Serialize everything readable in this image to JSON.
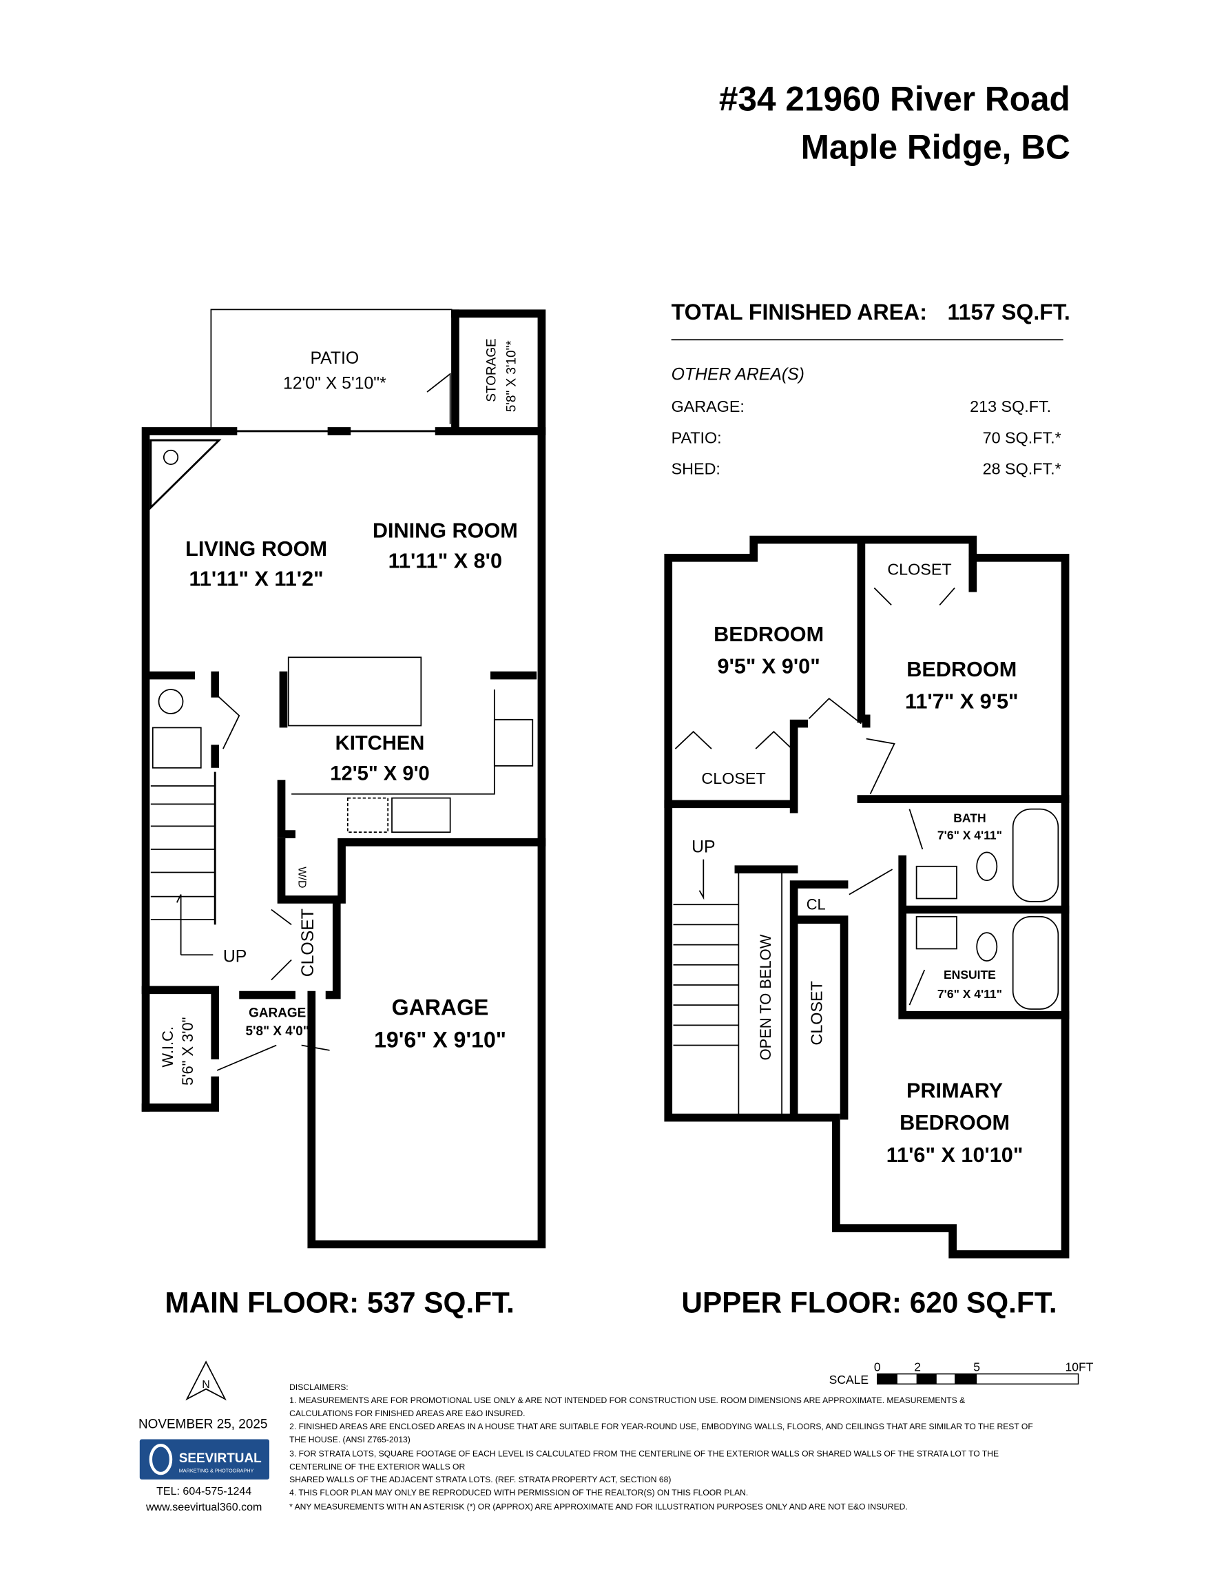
{
  "header": {
    "address_line1": "#34 21960 River Road",
    "address_line2": "Maple Ridge, BC"
  },
  "summary": {
    "total_label": "TOTAL FINISHED AREA:",
    "total_value": "1157 SQ.FT.",
    "other_heading": "OTHER AREA(S)",
    "other_areas": [
      {
        "label": "GARAGE:",
        "value": "213 SQ.FT."
      },
      {
        "label": "PATIO:",
        "value": "70 SQ.FT.*"
      },
      {
        "label": "SHED:",
        "value": "28 SQ.FT.*"
      }
    ]
  },
  "main_floor": {
    "caption": "MAIN FLOOR: 537 SQ.FT.",
    "rooms": {
      "patio": {
        "name": "PATIO",
        "dims": "12'0\" X 5'10\"*"
      },
      "storage": {
        "name": "STORAGE",
        "dims": "5'8\" X 3'10\"*"
      },
      "living": {
        "name": "LIVING ROOM",
        "dims": "11'11\" X 11'2\""
      },
      "dining": {
        "name": "DINING ROOM",
        "dims": "11'11\" X 8'0"
      },
      "kitchen": {
        "name": "KITCHEN",
        "dims": "12'5\" X 9'0"
      },
      "wd": "W/D",
      "closet": "CLOSET",
      "up": "UP",
      "wic": {
        "name": "W.I.C.",
        "dims": "5'6\" X 3'0\""
      },
      "garage_entry": {
        "name": "GARAGE",
        "dims": "5'8\" X 4'0\""
      },
      "garage": {
        "name": "GARAGE",
        "dims": "19'6\" X 9'10\""
      }
    }
  },
  "upper_floor": {
    "caption": "UPPER FLOOR: 620 SQ.FT.",
    "rooms": {
      "bedroom1": {
        "name": "BEDROOM",
        "dims": "9'5\" X 9'0\""
      },
      "bedroom2": {
        "name": "BEDROOM",
        "dims": "11'7\" X 9'5\""
      },
      "closet_top": "CLOSET",
      "closet_b1": "CLOSET",
      "bath": {
        "name": "BATH",
        "dims": "7'6\" X 4'11\""
      },
      "ensuite": {
        "name": "ENSUITE",
        "dims": "7'6\" X 4'11\""
      },
      "up": "UP",
      "cl": "CL",
      "open_below": "OPEN TO BELOW",
      "closet_primary": "CLOSET",
      "primary": {
        "name1": "PRIMARY",
        "name2": "BEDROOM",
        "dims": "11'6\" X 10'10\""
      }
    }
  },
  "footer": {
    "north": "N",
    "date": "NOVEMBER 25, 2025",
    "logo_name": "SEEVIRTUAL",
    "logo_tagline": "MARKETING & PHOTOGRAPHY",
    "logo_color": "#1f4e8c",
    "tel": "TEL: 604-575-1244",
    "website": "www.seevirtual360.com",
    "scale_label": "SCALE",
    "scale_ticks": [
      "0",
      "2",
      "5",
      "10FT"
    ],
    "disclaimers": [
      "DISCLAIMERS:",
      "1. MEASUREMENTS ARE FOR PROMOTIONAL USE ONLY & ARE NOT INTENDED FOR CONSTRUCTION USE. ROOM DIMENSIONS ARE APPROXIMATE. MEASUREMENTS &",
      "CALCULATIONS FOR FINISHED AREAS ARE E&O INSURED.",
      "2. FINISHED AREAS ARE ENCLOSED AREAS IN A HOUSE THAT ARE SUITABLE FOR YEAR-ROUND USE, EMBODYING WALLS, FLOORS, AND CEILINGS THAT ARE SIMILAR TO THE REST OF",
      "THE HOUSE. (ANSI Z765-2013)",
      "3. FOR STRATA LOTS, SQUARE FOOTAGE OF EACH LEVEL IS CALCULATED FROM THE CENTERLINE OF THE EXTERIOR WALLS OR SHARED WALLS OF THE STRATA LOT TO THE",
      "CENTERLINE OF THE EXTERIOR WALLS OR",
      "SHARED WALLS OF THE ADJACENT STRATA LOTS. (REF. STRATA PROPERTY ACT, SECTION 68)",
      "4. THIS FLOOR PLAN MAY ONLY BE REPRODUCED WITH PERMISSION OF THE REALTOR(S) ON THIS FLOOR PLAN.",
      "* ANY MEASUREMENTS WITH AN ASTERISK (*) OR (APPROX) ARE APPROXIMATE AND FOR ILLUSTRATION PURPOSES ONLY AND ARE NOT E&O INSURED."
    ]
  }
}
